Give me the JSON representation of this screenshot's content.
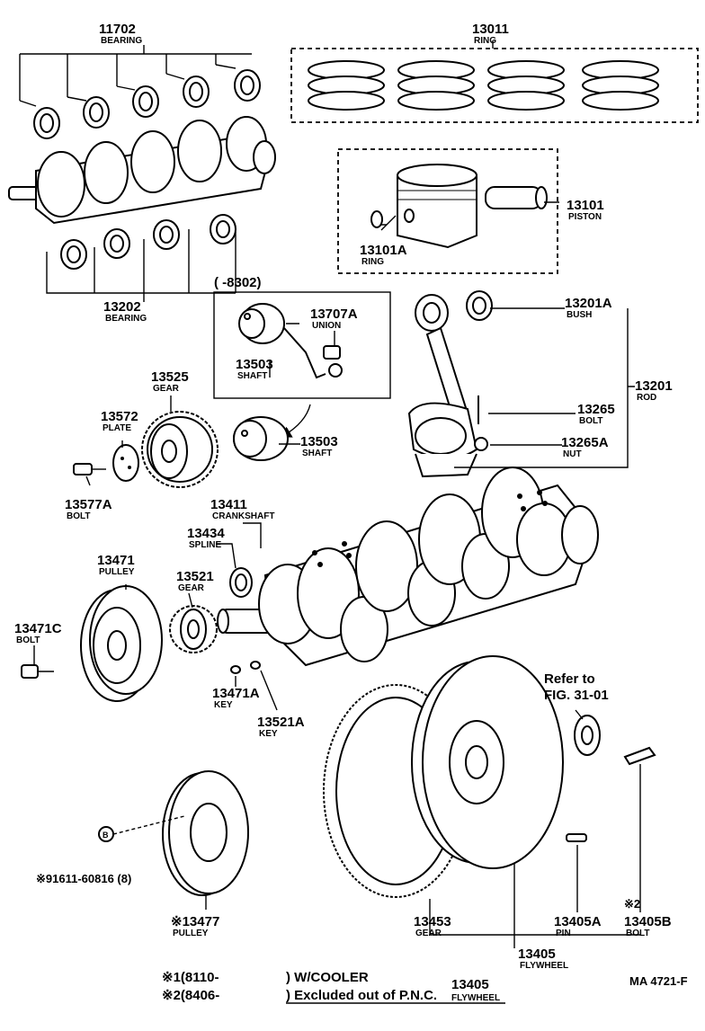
{
  "parts": [
    {
      "key": "p11702",
      "number": "11702",
      "name": "BEARING"
    },
    {
      "key": "p13011",
      "number": "13011",
      "name": "RING"
    },
    {
      "key": "p13101",
      "number": "13101",
      "name": "PISTON"
    },
    {
      "key": "p13101A",
      "number": "13101A",
      "name": "RING"
    },
    {
      "key": "p13202",
      "number": "13202",
      "name": "BEARING"
    },
    {
      "key": "p13707A",
      "number": "13707A",
      "name": "UNION"
    },
    {
      "key": "p13503a",
      "number": "13503",
      "name": "SHAFT"
    },
    {
      "key": "p13503b",
      "number": "13503",
      "name": "SHAFT"
    },
    {
      "key": "p13201A",
      "number": "13201A",
      "name": "BUSH"
    },
    {
      "key": "p13201",
      "number": "13201",
      "name": "ROD"
    },
    {
      "key": "p13265",
      "number": "13265",
      "name": "BOLT"
    },
    {
      "key": "p13265A",
      "number": "13265A",
      "name": "NUT"
    },
    {
      "key": "p13525",
      "number": "13525",
      "name": "GEAR"
    },
    {
      "key": "p13572",
      "number": "13572",
      "name": "PLATE"
    },
    {
      "key": "p13577A",
      "number": "13577A",
      "name": "BOLT"
    },
    {
      "key": "p13411",
      "number": "13411",
      "name": "CRANKSHAFT"
    },
    {
      "key": "p13434",
      "number": "13434",
      "name": "SPLINE"
    },
    {
      "key": "p13471",
      "number": "13471",
      "name": "PULLEY"
    },
    {
      "key": "p13521",
      "number": "13521",
      "name": "GEAR"
    },
    {
      "key": "p13471C",
      "number": "13471C",
      "name": "BOLT"
    },
    {
      "key": "p13471A",
      "number": "13471A",
      "name": "KEY"
    },
    {
      "key": "p13521A",
      "number": "13521A",
      "name": "KEY"
    },
    {
      "key": "p13477",
      "number": "※13477",
      "name": "PULLEY"
    },
    {
      "key": "p13453",
      "number": "13453",
      "name": "GEAR"
    },
    {
      "key": "p13405A",
      "number": "13405A",
      "name": "PIN"
    },
    {
      "key": "p13405B",
      "number": "13405B",
      "name": "BOLT"
    },
    {
      "key": "p13405",
      "number": "13405",
      "name": "FLYWHEEL"
    }
  ],
  "callouts": {
    "date_range": "(         -8302)",
    "refer_line1": "Refer to",
    "refer_line2": "FIG. 31-01",
    "bolt_part": "※91611-60816 (8)",
    "bolt_marker": "B",
    "star2": "※2"
  },
  "footnotes": {
    "line1_mark": "※1(8110-",
    "line1_text": ") W/COOLER",
    "line2_mark": "※2(8406-",
    "line2_text": ") Excluded out of P.N.C.",
    "ref_number": "13405",
    "ref_name": "FLYWHEEL"
  },
  "figure_id": "MA 4721-F"
}
